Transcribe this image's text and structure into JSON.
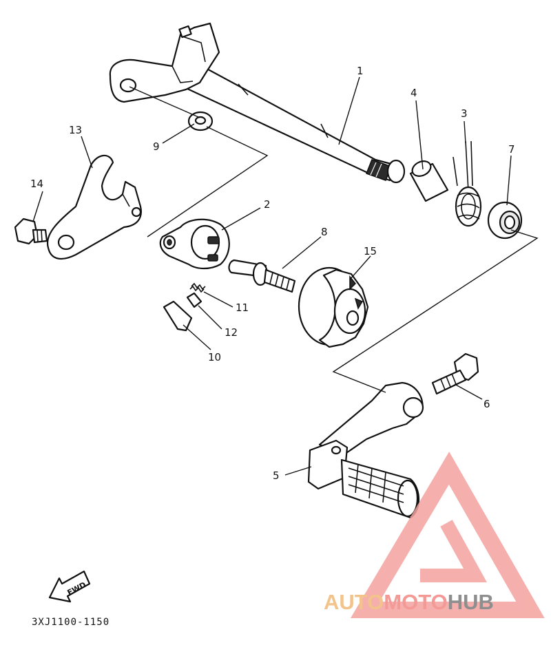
{
  "labels": {
    "p1": "1",
    "p2": "2",
    "p3": "3",
    "p4": "4",
    "p5": "5",
    "p6": "6",
    "p7": "7",
    "p8": "8",
    "p9": "9",
    "p10": "10",
    "p11": "11",
    "p12": "12",
    "p13": "13",
    "p14": "14",
    "p15": "15"
  },
  "fwd_label": "FWD",
  "diagram_code": "3XJ1100-1150",
  "watermark": {
    "part1": "AUTO",
    "part2": "MOTO",
    "part3": "HUB",
    "color_auto": "#f2c38a",
    "color_moto": "#f49a96",
    "color_hub": "#8e8e8e",
    "logo_color": "#f4a29e"
  }
}
